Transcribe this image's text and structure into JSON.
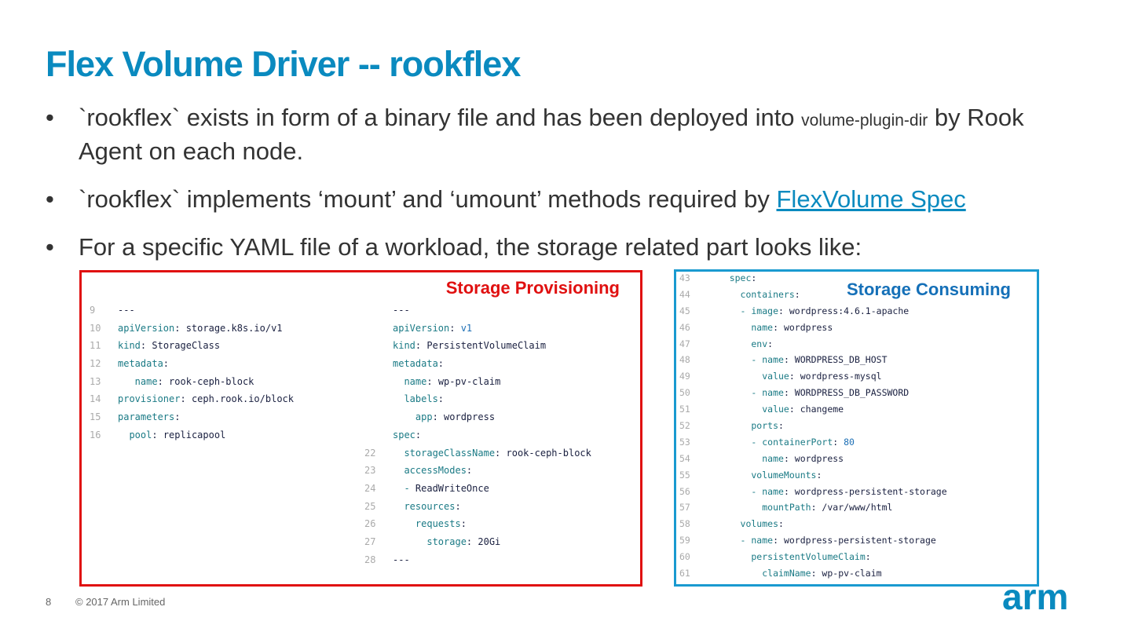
{
  "title": "Flex Volume Driver -- rookflex",
  "bullets": {
    "b1_text": "`rookflex` exists in form of a binary file and has been deployed into ",
    "b1_small": "volume-plugin-dir",
    "b1_end": " by Rook Agent on each node.",
    "b2_text": "`rookflex` implements ‘mount’ and ‘umount’ methods required by ",
    "b2_link": "FlexVolume Spec",
    "b3_text": "For a specific YAML file of a workload, the storage related part looks like:",
    "bullet_char": "•"
  },
  "provisioning": {
    "label": "Storage Provisioning",
    "left_lines": [
      {
        "n": "9",
        "k": "---",
        "v": ""
      },
      {
        "n": "10",
        "k": "apiVersion",
        "v": "storage.k8s.io/v1"
      },
      {
        "n": "11",
        "k": "kind",
        "v": "StorageClass"
      },
      {
        "n": "12",
        "k": "metadata",
        "v": ""
      },
      {
        "n": "13",
        "k": "   name",
        "v": "rook-ceph-block"
      },
      {
        "n": "14",
        "k": "provisioner",
        "v": "ceph.rook.io/block"
      },
      {
        "n": "15",
        "k": "parameters",
        "v": ""
      },
      {
        "n": "16",
        "k": "  pool",
        "v": "replicapool"
      }
    ],
    "right_lines": [
      {
        "n": "",
        "k": "---",
        "v": ""
      },
      {
        "n": "",
        "k": "apiVersion",
        "v": "v1"
      },
      {
        "n": "",
        "k": "kind",
        "v": "PersistentVolumeClaim"
      },
      {
        "n": "",
        "k": "metadata",
        "v": ""
      },
      {
        "n": "",
        "k": "  name",
        "v": "wp-pv-claim"
      },
      {
        "n": "",
        "k": "  labels",
        "v": ""
      },
      {
        "n": "",
        "k": "    app",
        "v": "wordpress"
      },
      {
        "n": "",
        "k": "spec",
        "v": ""
      },
      {
        "n": "22",
        "k": "  storageClassName",
        "v": "rook-ceph-block"
      },
      {
        "n": "23",
        "k": "  accessModes",
        "v": ""
      },
      {
        "n": "24",
        "k": "  - ",
        "v": "ReadWriteOnce"
      },
      {
        "n": "25",
        "k": "  resources",
        "v": ""
      },
      {
        "n": "26",
        "k": "    requests",
        "v": ""
      },
      {
        "n": "27",
        "k": "      storage",
        "v": "20Gi"
      },
      {
        "n": "28",
        "k": "---",
        "v": ""
      }
    ]
  },
  "consuming": {
    "label": "Storage Consuming",
    "lines": [
      {
        "n": "43",
        "k": "    spec",
        "v": ""
      },
      {
        "n": "44",
        "k": "      containers",
        "v": ""
      },
      {
        "n": "45",
        "k": "      - image",
        "v": "wordpress:4.6.1-apache"
      },
      {
        "n": "46",
        "k": "        name",
        "v": "wordpress"
      },
      {
        "n": "47",
        "k": "        env",
        "v": ""
      },
      {
        "n": "48",
        "k": "        - name",
        "v": "WORDPRESS_DB_HOST"
      },
      {
        "n": "49",
        "k": "          value",
        "v": "wordpress-mysql"
      },
      {
        "n": "50",
        "k": "        - name",
        "v": "WORDPRESS_DB_PASSWORD"
      },
      {
        "n": "51",
        "k": "          value",
        "v": "changeme"
      },
      {
        "n": "52",
        "k": "        ports",
        "v": ""
      },
      {
        "n": "53",
        "k": "        - containerPort",
        "v": "80"
      },
      {
        "n": "54",
        "k": "          name",
        "v": "wordpress"
      },
      {
        "n": "55",
        "k": "        volumeMounts",
        "v": ""
      },
      {
        "n": "56",
        "k": "        - name",
        "v": "wordpress-persistent-storage"
      },
      {
        "n": "57",
        "k": "          mountPath",
        "v": "/var/www/html"
      },
      {
        "n": "58",
        "k": "      volumes",
        "v": ""
      },
      {
        "n": "59",
        "k": "      - name",
        "v": "wordpress-persistent-storage"
      },
      {
        "n": "60",
        "k": "        persistentVolumeClaim",
        "v": ""
      },
      {
        "n": "61",
        "k": "          claimName",
        "v": "wp-pv-claim"
      }
    ]
  },
  "footer": {
    "page_number": "8",
    "copyright": "© 2017 Arm Limited",
    "logo_text": "arm"
  },
  "colors": {
    "title": "#0a8abf",
    "provisioning_border": "#e01010",
    "consuming_border": "#1a9ad0"
  }
}
